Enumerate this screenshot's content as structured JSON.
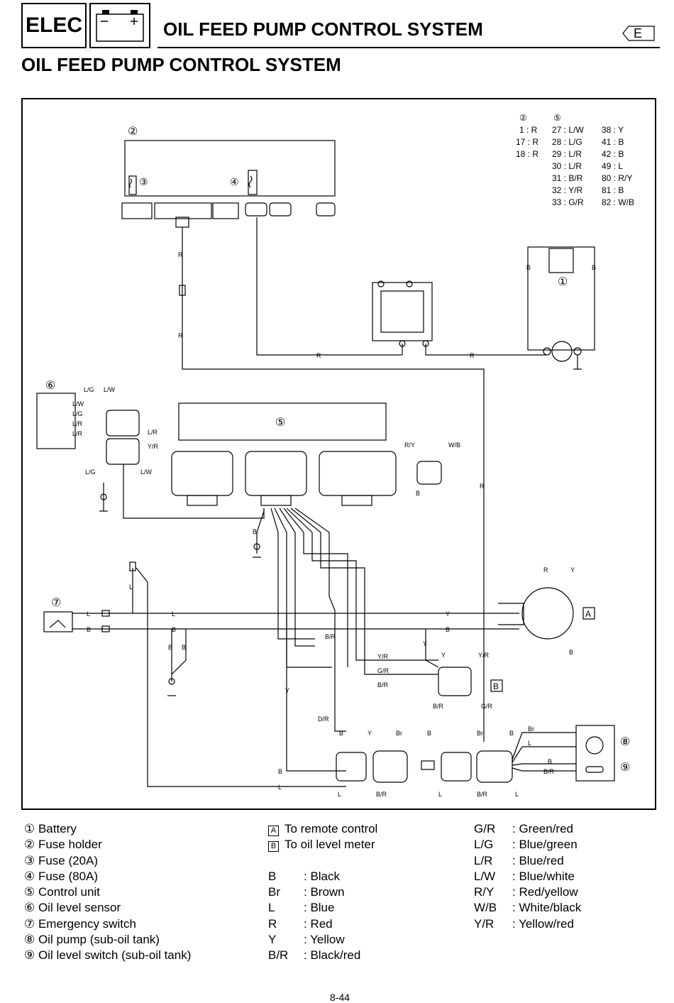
{
  "header": {
    "section_tag": "ELEC",
    "section_title": "OIL FEED PUMP CONTROL SYSTEM",
    "lang_badge": "E"
  },
  "page_title": "OIL FEED PUMP CONTROL SYSTEM",
  "diagram": {
    "callouts": {
      "n1": "①",
      "n2": "②",
      "n3": "③",
      "n4": "④",
      "n5": "⑤",
      "n6": "⑥",
      "n7": "⑦",
      "n8": "⑧",
      "n9": "⑨",
      "A": "A",
      "B": "B"
    },
    "pin_table": {
      "col2_header": "②",
      "col5_header": "⑤",
      "col2": [
        "1 : R",
        "17 : R",
        "18 : R"
      ],
      "col5a": [
        "27 : L/W",
        "28 : L/G",
        "29 : L/R",
        "30 : L/R",
        "31 : B/R",
        "32 : Y/R",
        "33 : G/R"
      ],
      "col5b": [
        "38 : Y",
        "41 : B",
        "42 : B",
        "49 : L",
        "80 : R/Y",
        "81 : B",
        "82 : W/B"
      ]
    },
    "wire_labels": {
      "R": "R",
      "B": "B",
      "L": "L",
      "Y": "Y",
      "Br": "Br",
      "LG": "L/G",
      "LW": "L/W",
      "LR": "L/R",
      "BR": "B/R",
      "RY": "R/Y",
      "WB": "W/B",
      "YR": "Y/R",
      "GR": "G/R",
      "DR": "D/R"
    }
  },
  "legend": {
    "components": [
      "① Battery",
      "② Fuse holder",
      "③ Fuse (20A)",
      "④ Fuse (80A)",
      "⑤ Control unit",
      "⑥ Oil level sensor",
      "⑦ Emergency switch",
      "⑧ Oil pump (sub-oil tank)",
      "⑨ Oil level switch (sub-oil tank)"
    ],
    "destinations": [
      {
        "key": "A",
        "text": "To remote control"
      },
      {
        "key": "B",
        "text": "To oil level meter"
      }
    ],
    "colors_mid": [
      {
        "code": "B",
        "name": ": Black"
      },
      {
        "code": "Br",
        "name": ": Brown"
      },
      {
        "code": "L",
        "name": ": Blue"
      },
      {
        "code": "R",
        "name": ": Red"
      },
      {
        "code": "Y",
        "name": ": Yellow"
      },
      {
        "code": "B/R",
        "name": ": Black/red"
      }
    ],
    "colors_right": [
      {
        "code": "G/R",
        "name": ": Green/red"
      },
      {
        "code": "L/G",
        "name": ": Blue/green"
      },
      {
        "code": "L/R",
        "name": ": Blue/red"
      },
      {
        "code": "L/W",
        "name": ": Blue/white"
      },
      {
        "code": "R/Y",
        "name": ": Red/yellow"
      },
      {
        "code": "W/B",
        "name": ": White/black"
      },
      {
        "code": "Y/R",
        "name": ": Yellow/red"
      }
    ]
  },
  "page_number": "8-44"
}
